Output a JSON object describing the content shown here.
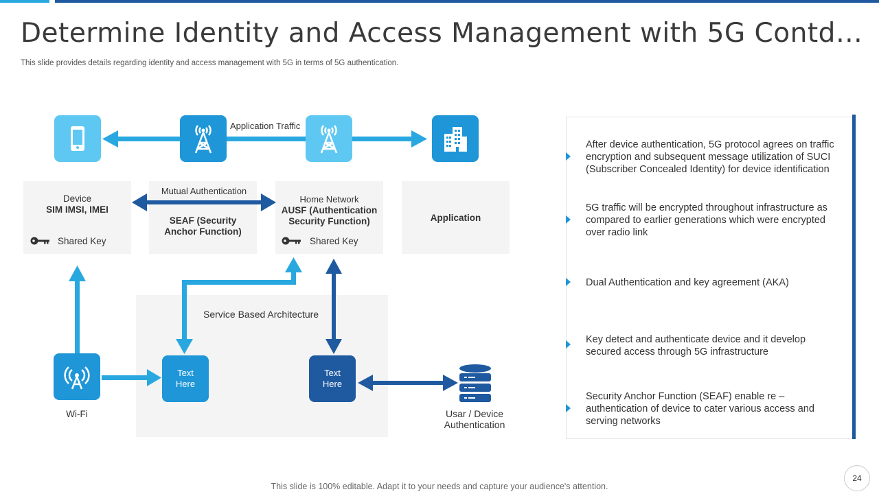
{
  "title": "Determine Identity and Access Management with 5G Contd…",
  "subtitle": "This slide provides details regarding identity and access management with 5G in terms of 5G authentication.",
  "diagram": {
    "application_traffic": "Application Traffic",
    "mutual_authentication": "Mutual Authentication",
    "device": {
      "line1": "Device",
      "line2": "SIM IMSI, IMEI",
      "key": "Shared Key"
    },
    "seaf": {
      "line1": "SEAF (Security",
      "line2": "Anchor Function)"
    },
    "home_network": {
      "line1": "Home Network",
      "line2": "AUSF (Authentication",
      "line3": "Security Function)",
      "key": "Shared Key"
    },
    "application": "Application",
    "sba": "Service Based Architecture",
    "text_box_1": {
      "line1": "Text",
      "line2": "Here"
    },
    "text_box_2": {
      "line1": "Text",
      "line2": "Here"
    },
    "wifi": "Wi-Fi",
    "user_auth": {
      "line1": "Usar / Device",
      "line2": "Authentication"
    },
    "colors": {
      "light_blue": "#29a8e0",
      "sky_blue": "#5ec8f2",
      "dark_blue": "#1f5aa0",
      "arrow_blue": "#29a8e0"
    }
  },
  "points": [
    "After device authentication, 5G protocol agrees on traffic encryption and subsequent message utilization of SUCI (Subscriber Concealed Identity) for device identification",
    "5G traffic will be encrypted throughout infrastructure as compared to earlier generations which were encrypted over radio link",
    "Dual Authentication and key agreement (AKA)",
    "Key detect and authenticate device and it develop secured access through 5G infrastructure",
    "Security Anchor Function (SEAF) enable re – authentication of device to cater various access and serving networks"
  ],
  "footer": "This slide is 100% editable. Adapt it to your needs and capture your audience's attention.",
  "page_number": "24"
}
